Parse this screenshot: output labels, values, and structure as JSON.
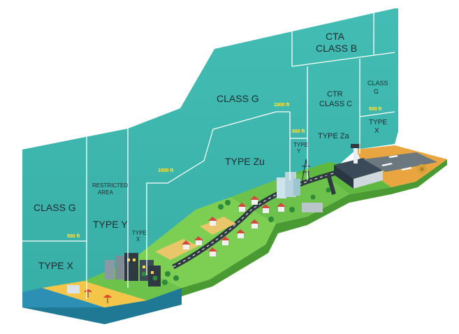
{
  "zones": {
    "class_g_left": "CLASS G",
    "type_x_left": "TYPE X",
    "alt_500_left": "500 ft",
    "restricted_line1": "RESTRICTED",
    "restricted_line2": "AREA",
    "type_y_left": "TYPE Y",
    "type_x_small_line1": "TYPE",
    "type_x_small_line2": "X",
    "alt_1000_mid": "1000 ft",
    "class_g_center": "CLASS G",
    "type_zu": "TYPE Zu",
    "alt_1000_right": "1000 ft",
    "alt_500_mid": "500 ft",
    "type_y_small_line1": "TYPE",
    "type_y_small_line2": "Y",
    "cta_line1": "CTA",
    "cta_line2": "CLASS B",
    "ctr_line1": "CTR",
    "ctr_line2": "CLASS C",
    "type_za": "TYPE Za",
    "class_g_right_line1": "CLASS",
    "class_g_right_line2": "G",
    "alt_500_right": "500 ft",
    "type_x_right_line1": "TYPE",
    "type_x_right_line2": "X"
  },
  "colors": {
    "airspace": "#3fb8b0",
    "airspace_dark": "#2b9a93",
    "ground_green": "#6cc24a",
    "sand": "#f3c64a",
    "sea": "#2e8fb5",
    "road": "#2f3a40",
    "accent_yellow": "#ffe94a"
  },
  "icons": [
    "factory-icon",
    "house-icon",
    "tower-icon",
    "airport-hangar-icon",
    "airplane-icon",
    "tree-icon",
    "pylon-icon",
    "umbrella-icon",
    "hay-bale-icon"
  ]
}
